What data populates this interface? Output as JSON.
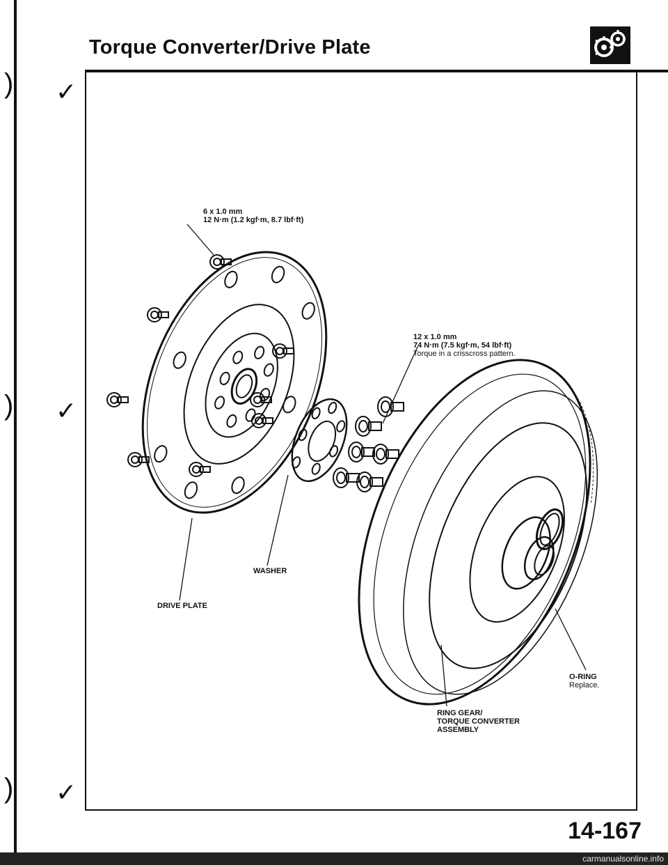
{
  "header": {
    "title": "Torque Converter/Drive Plate",
    "icon": "gear-wrench-icon"
  },
  "callouts": {
    "small_bolt_size": "6 x 1.0 mm",
    "small_bolt_torque": "12 N·m (1.2 kgf·m, 8.7 lbf·ft)",
    "large_bolt_size": "12 x 1.0 mm",
    "large_bolt_torque": "74 N·m (7.5 kgf·m, 54 lbf·ft)",
    "large_bolt_note": "Torque in a crisscross pattern.",
    "washer": "WASHER",
    "drive_plate": "DRIVE PLATE",
    "o_ring": "O-RING",
    "o_ring_note": "Replace.",
    "ring_gear_line1": "RING GEAR/",
    "ring_gear_line2": "TORQUE CONVERTER",
    "ring_gear_line3": "ASSEMBLY"
  },
  "footer": {
    "page_number": "14-167",
    "watermark": "carmanualsonline.info"
  }
}
